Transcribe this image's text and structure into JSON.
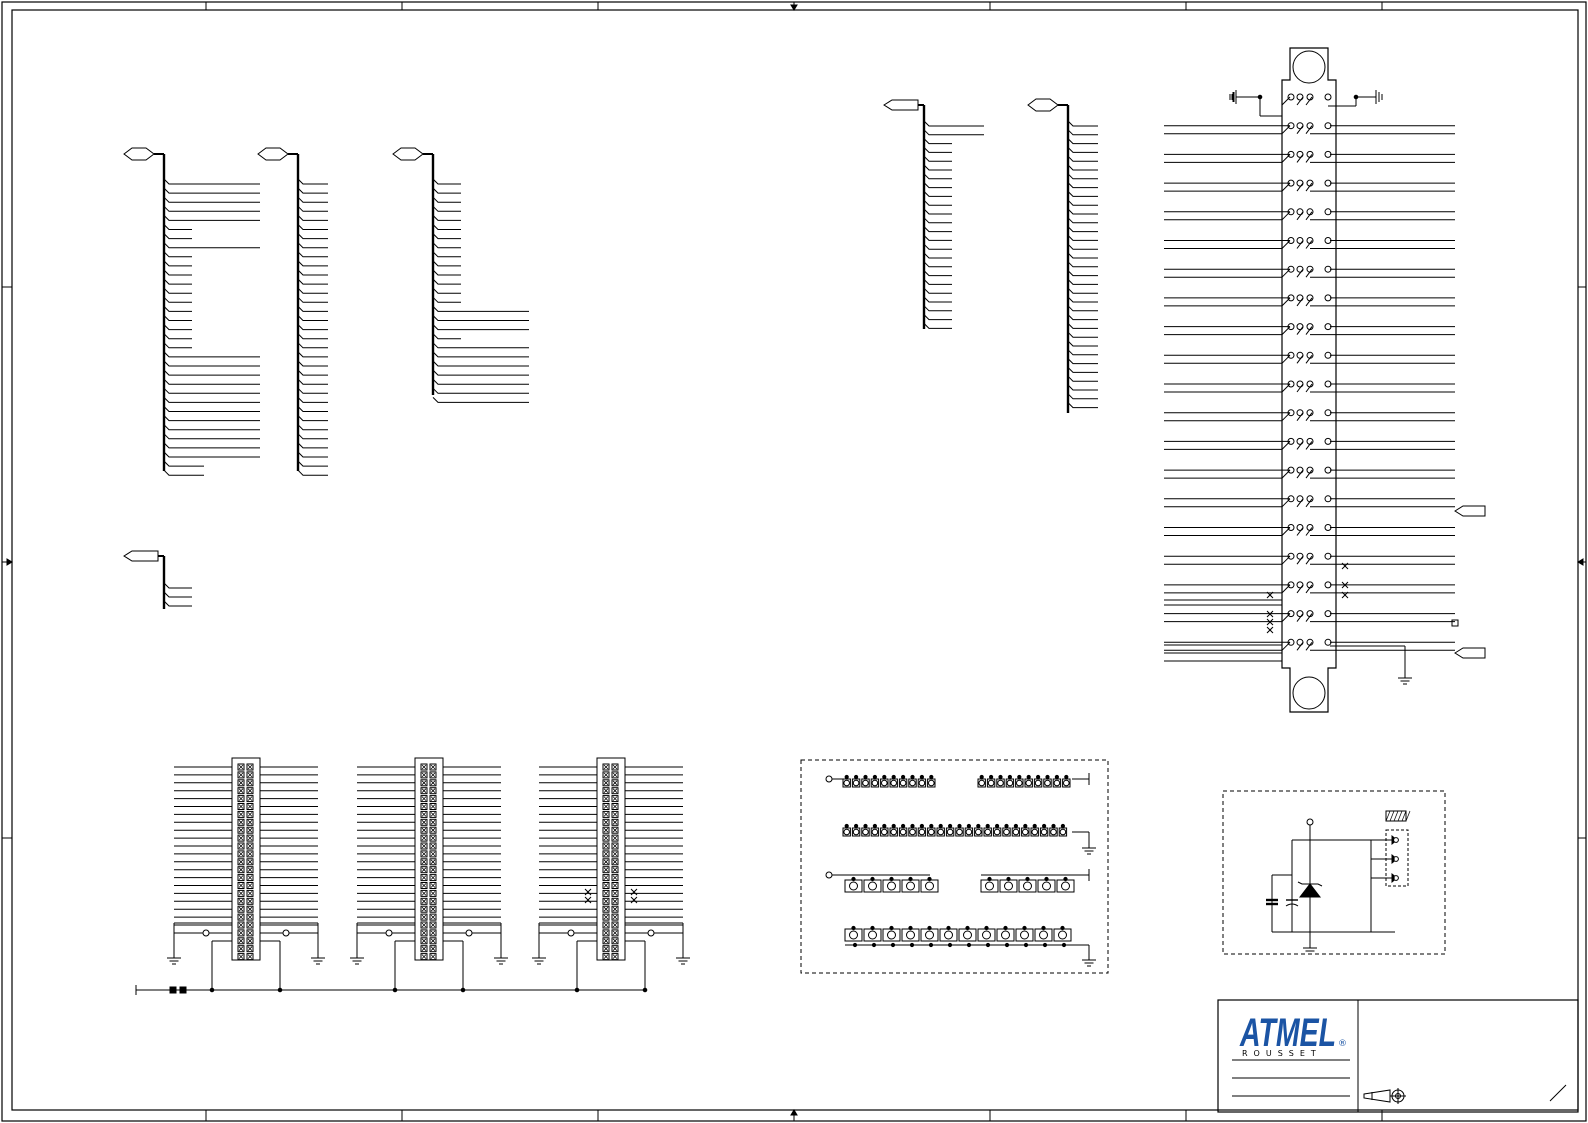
{
  "sheet": {
    "kind": "schematic-drawing",
    "stroke_color": "#000000",
    "background_color": "#ffffff",
    "accent_blue": "#1b54a4"
  },
  "logo": {
    "brand": "ATMEL",
    "registered_mark": "®",
    "location": "ROUSSET"
  },
  "icons": {
    "projection_symbol": "third-angle-projection-icon",
    "ground_symbol": "ground-icon",
    "not_connected_marker": "x-marker-icon"
  }
}
